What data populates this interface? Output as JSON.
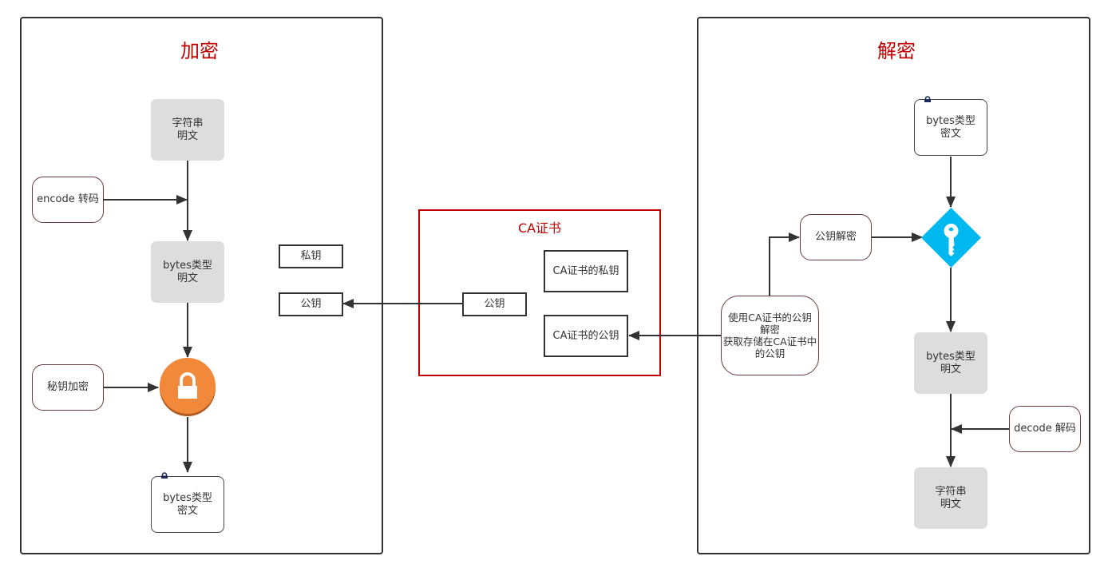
{
  "encrypt_panel": {
    "title": "加密",
    "nodes": {
      "string_plain": "字符串\n明文",
      "encode": "encode 转码",
      "bytes_plain": "bytes类型\n明文",
      "secret_encrypt": "秘钥加密",
      "bytes_cipher": "bytes类型\n密文"
    },
    "icons": {
      "encrypt": "lock-icon"
    }
  },
  "keys": {
    "private_key": "私钥",
    "public_key": "公钥"
  },
  "ca_certificate": {
    "title": "CA证书",
    "public_key": "公钥",
    "ca_private_key": "CA证书的私钥",
    "ca_public_key": "CA证书的公钥"
  },
  "decrypt_panel": {
    "title": "解密",
    "nodes": {
      "bytes_cipher": "bytes类型\n密文",
      "public_decrypt": "公钥解密",
      "use_ca_key": "使用CA证书的公钥\n解密\n获取存储在CA证书中\n的公钥",
      "bytes_plain": "bytes类型\n明文",
      "decode": "decode 解码",
      "string_plain": "字符串\n明文"
    },
    "icons": {
      "decrypt": "key-icon"
    }
  },
  "colors": {
    "title_red": "#c00000",
    "lock_orange": "#f2883a",
    "key_blue": "#00b8f0",
    "node_gray": "#dddddd"
  }
}
